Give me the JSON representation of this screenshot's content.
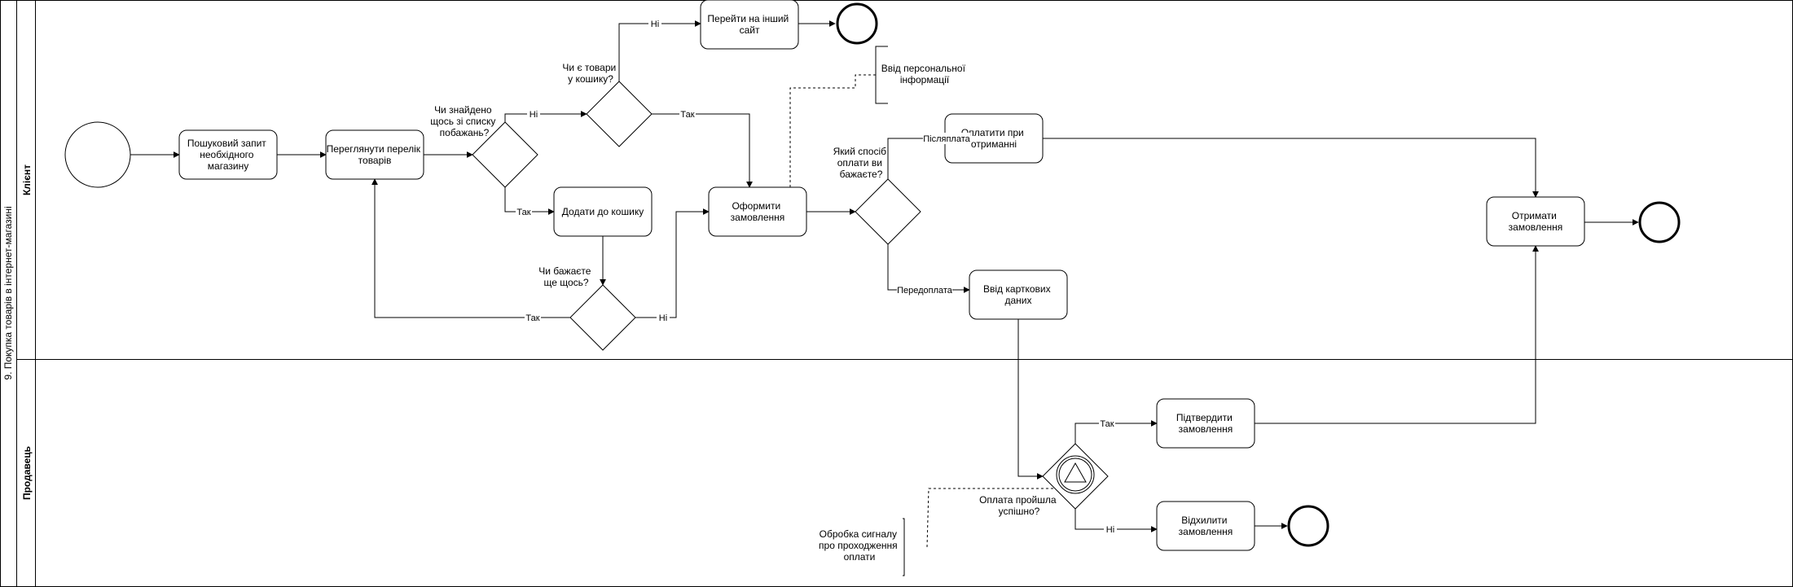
{
  "pool": {
    "title": "9. Покупка товарів в інтернет-магазині",
    "lanes": [
      {
        "id": "client",
        "title": "Клієнт"
      },
      {
        "id": "seller",
        "title": "Продавець"
      }
    ]
  },
  "tasks": {
    "search": [
      "Пошуковий запит",
      "необхідного",
      "магазину"
    ],
    "browse": [
      "Переглянути перелік",
      "товарів"
    ],
    "add_to_cart": [
      "Додати до кошику"
    ],
    "other_site": [
      "Перейти на інший",
      "сайт"
    ],
    "place_order": [
      "Оформити",
      "замовлення"
    ],
    "pay_on_delivery": [
      "Оплатити при",
      "отриманні"
    ],
    "card_data": [
      "Ввід карткових",
      "даних"
    ],
    "receive_order": [
      "Отримати",
      "замовлення"
    ],
    "confirm_order": [
      "Підтвердити",
      "замовлення"
    ],
    "reject_order": [
      "Відхилити",
      "замовлення"
    ]
  },
  "questions": {
    "found": [
      "Чи знайдено",
      "щось зі списку",
      "побажань?"
    ],
    "cart_items": [
      "Чи є товари",
      "у кошику?"
    ],
    "want_more": [
      "Чи бажаєте",
      "ще щось?"
    ],
    "payment_method": [
      "Який спосіб",
      "оплати ви",
      "бажаєте?"
    ],
    "payment_ok": [
      "Оплата пройшла",
      "успішно?"
    ]
  },
  "annotations": {
    "personal_info": [
      "Ввід персональної",
      "інформації"
    ],
    "signal_processing": [
      "Обробка сигналу",
      "про проходження",
      "оплати"
    ]
  },
  "edge_labels": {
    "yes": "Так",
    "no": "Ні",
    "postpay": "Післяплата",
    "prepay": "Передоплата"
  }
}
